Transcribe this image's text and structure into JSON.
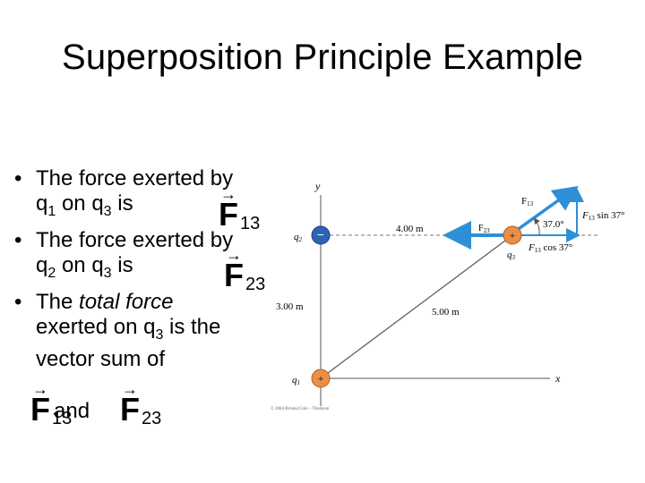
{
  "slide": {
    "title": "Superposition Principle Example"
  },
  "bullets": [
    {
      "dot": "•",
      "line1": "The force exerted by",
      "q_a": "q",
      "q_a_sub": "1",
      "on": "on",
      "q_b": "q",
      "q_b_sub": "3",
      "tail": "is"
    },
    {
      "dot": "•",
      "line1": "The force exerted by",
      "q_a": "q",
      "q_a_sub": "2",
      "on": "on",
      "q_b": "q",
      "q_b_sub": "3",
      "tail": "is"
    },
    {
      "dot": "•",
      "line1_prefix": "The ",
      "line1_em": "total force",
      "line2": "exerted on q",
      "line2_sub": "3",
      "line2_tail": " is the",
      "line3": "vector sum of"
    }
  ],
  "vectors": {
    "f13": {
      "letter": "F",
      "sub": "13",
      "arrow": "→"
    },
    "f23": {
      "letter": "F",
      "sub": "23",
      "arrow": "→"
    }
  },
  "and_label": "and",
  "diagram": {
    "axis_y_label": "y",
    "axis_x_label": "x",
    "q1_label": "q",
    "q1_sub": "1",
    "q1_sign": "+",
    "q2_label": "q",
    "q2_sub": "2",
    "q2_sign": "−",
    "q3_label": "q",
    "q3_sub": "3",
    "q3_sign": "+",
    "dist_q2_q3": "4.00 m",
    "dist_q1_q2": "3.00 m",
    "dist_q1_q3": "5.00 m",
    "f23_label": "F",
    "f23_sub": "23",
    "f13_label": "F",
    "f13_sub": "13",
    "angle_label": "37.0°",
    "f13_sin_label": "F",
    "f13_sin_sub": "13",
    "f13_sin_tail": " sin 37°",
    "f13_cos_label": "F",
    "f13_cos_sub": "13",
    "f13_cos_tail": " cos 37°",
    "copyright": "© 2004 Brooks/Cole – Thomson",
    "colors": {
      "positive_charge": "#e8904a",
      "negative_charge": "#2f63b8",
      "vector_arrow": "#2e8fd6",
      "axis": "#555555",
      "dashed": "#777777"
    }
  }
}
